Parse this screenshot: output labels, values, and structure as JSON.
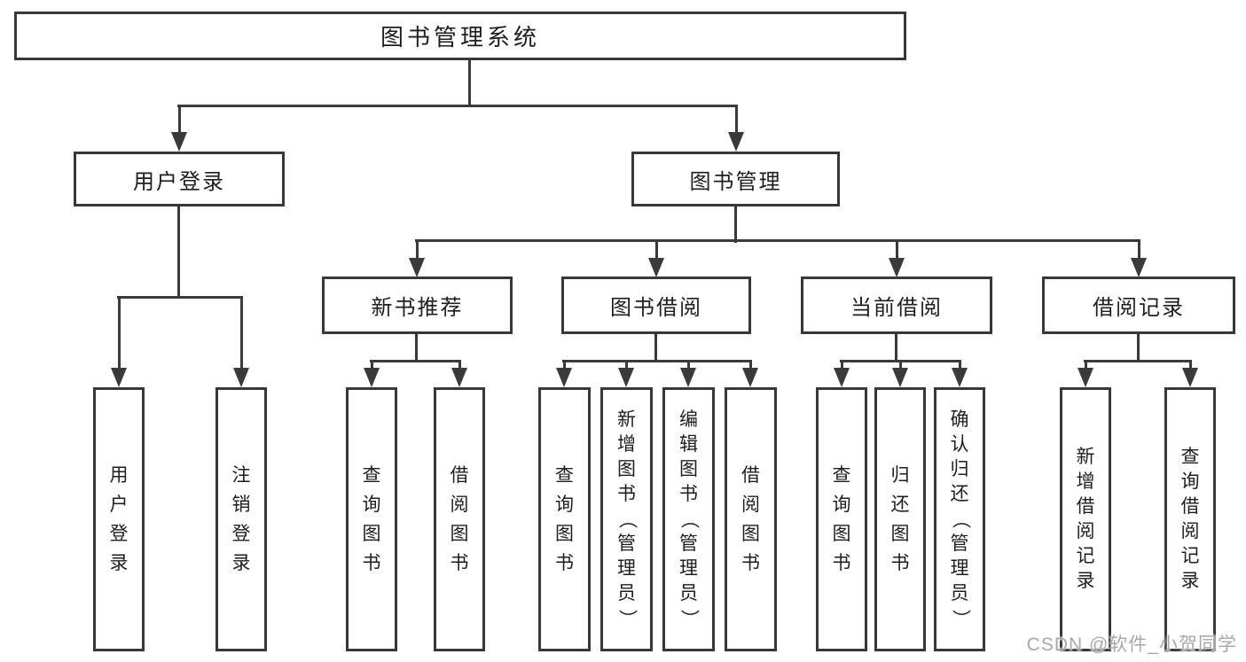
{
  "root": {
    "label": "图书管理系统"
  },
  "branches": {
    "user_login": {
      "label": "用户登录",
      "children": [
        {
          "label": "用户登录"
        },
        {
          "label": "注销登录"
        }
      ]
    },
    "book_mgmt": {
      "label": "图书管理",
      "children": [
        {
          "label": "新书推荐",
          "children": [
            {
              "label": "查询图书"
            },
            {
              "label": "借阅图书"
            }
          ]
        },
        {
          "label": "图书借阅",
          "children": [
            {
              "label": "查询图书"
            },
            {
              "label": "新增图书（管理员）"
            },
            {
              "label": "编辑图书（管理员）"
            },
            {
              "label": "借阅图书"
            }
          ]
        },
        {
          "label": "当前借阅",
          "children": [
            {
              "label": "查询图书"
            },
            {
              "label": "归还图书"
            },
            {
              "label": "确认归还（管理员）"
            }
          ]
        },
        {
          "label": "借阅记录",
          "children": [
            {
              "label": "新增借阅记录"
            },
            {
              "label": "查询借阅记录"
            }
          ]
        }
      ]
    }
  },
  "watermark": "CSDN @软件_小贺同学",
  "colors": {
    "line": "#3a3a3a",
    "border": "#383838",
    "text": "#1e1e1e",
    "watermark": "#a8a8a8"
  }
}
